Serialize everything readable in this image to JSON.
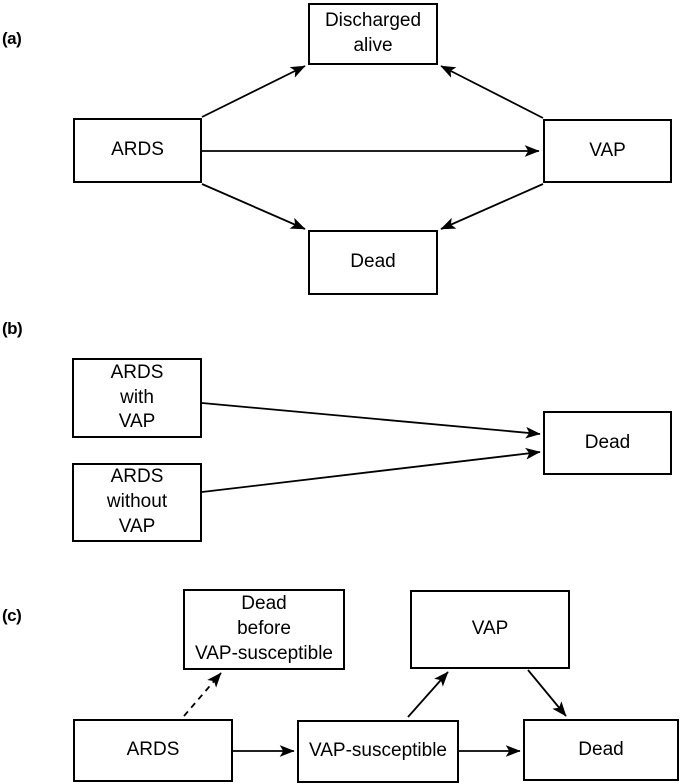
{
  "figure": {
    "background_color": "#ffffff",
    "line_color": "#000000",
    "box_fill_color": "#ffffff"
  },
  "panels": [
    {
      "tag": "(a)",
      "nodes": [
        {
          "id": "discharged-alive",
          "label": "Discharged\nalive"
        },
        {
          "id": "ards",
          "label": "ARDS"
        },
        {
          "id": "vap",
          "label": "VAP"
        },
        {
          "id": "dead",
          "label": "Dead"
        }
      ],
      "edges": [
        {
          "from": "ards",
          "to": "discharged-alive",
          "style": "solid"
        },
        {
          "from": "vap",
          "to": "discharged-alive",
          "style": "solid"
        },
        {
          "from": "ards",
          "to": "vap",
          "style": "solid"
        },
        {
          "from": "ards",
          "to": "dead",
          "style": "solid"
        },
        {
          "from": "vap",
          "to": "dead",
          "style": "solid"
        }
      ]
    },
    {
      "tag": "(b)",
      "nodes": [
        {
          "id": "ards-with-vap",
          "label": "ARDS\nwith\nVAP"
        },
        {
          "id": "ards-without-vap",
          "label": "ARDS\nwithout\nVAP"
        },
        {
          "id": "dead",
          "label": "Dead"
        }
      ],
      "edges": [
        {
          "from": "ards-with-vap",
          "to": "dead",
          "style": "solid"
        },
        {
          "from": "ards-without-vap",
          "to": "dead",
          "style": "solid"
        }
      ]
    },
    {
      "tag": "(c)",
      "nodes": [
        {
          "id": "dead-before-vap-susceptible",
          "label": "Dead\nbefore\nVAP-susceptible"
        },
        {
          "id": "vap",
          "label": "VAP"
        },
        {
          "id": "ards",
          "label": "ARDS"
        },
        {
          "id": "vap-susceptible",
          "label": "VAP-susceptible"
        },
        {
          "id": "dead",
          "label": "Dead"
        }
      ],
      "edges": [
        {
          "from": "ards",
          "to": "dead-before-vap-susceptible",
          "style": "dashed"
        },
        {
          "from": "ards",
          "to": "vap-susceptible",
          "style": "solid"
        },
        {
          "from": "vap-susceptible",
          "to": "vap",
          "style": "solid"
        },
        {
          "from": "vap",
          "to": "dead",
          "style": "solid"
        },
        {
          "from": "vap-susceptible",
          "to": "dead",
          "style": "solid"
        }
      ]
    }
  ]
}
